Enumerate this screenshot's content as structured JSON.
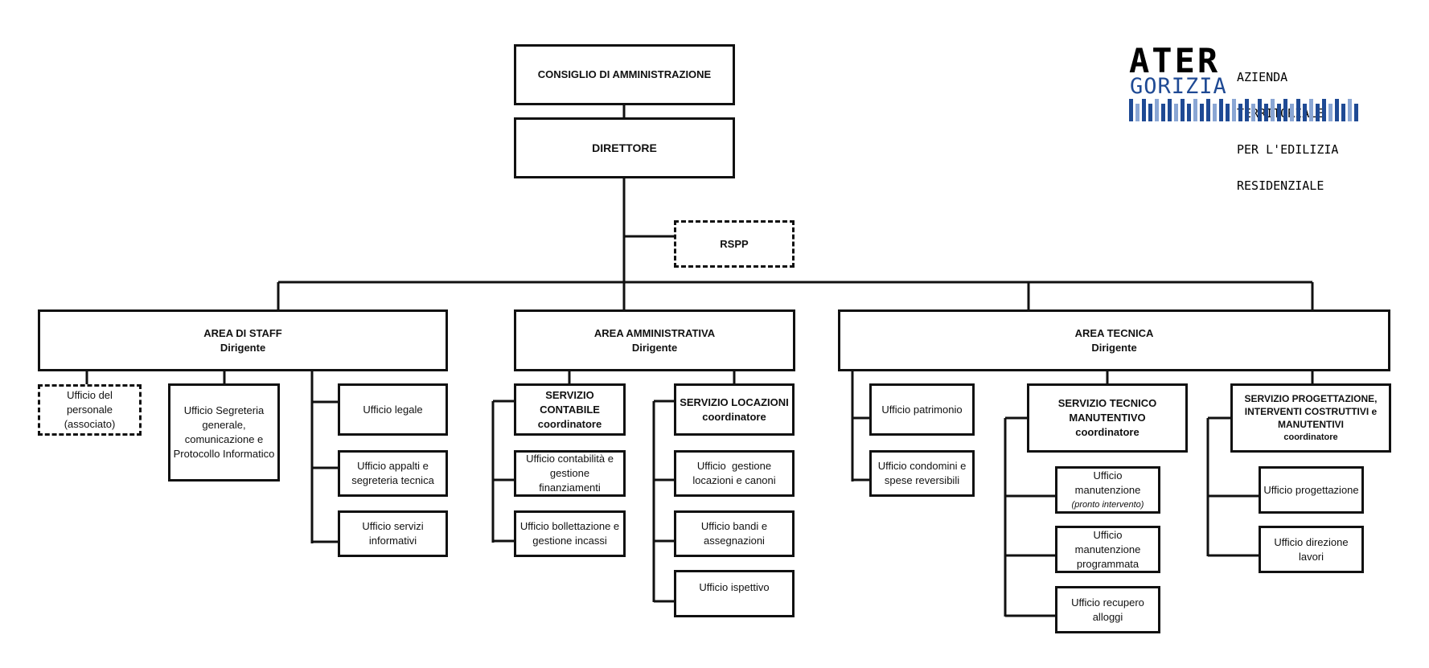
{
  "logo": {
    "word": "ATER",
    "city": "GORIZIA",
    "lines": [
      "AZIENDA",
      "TERRITORIALE",
      "PER L'EDILIZIA",
      "RESIDENZIALE"
    ],
    "colors": {
      "dark": "#1f4a94",
      "light": "#8aa6d4",
      "black": "#000000"
    }
  },
  "top": {
    "consiglio": "CONSIGLIO DI AMMINISTRAZIONE",
    "direttore": "DIRETTORE",
    "rspp": "RSPP"
  },
  "staff": {
    "title": "AREA DI STAFF",
    "subtitle": "Dirigente",
    "personale": [
      "Ufficio del personale",
      "(associato)"
    ],
    "segreteria": [
      "Ufficio Segreteria",
      "generale,",
      "comunicazione e",
      "Protocollo Informatico"
    ],
    "legale": "Ufficio legale",
    "appalti": [
      "Ufficio appalti e",
      "segreteria tecnica"
    ],
    "informativi": [
      "Ufficio servizi",
      "informativi"
    ]
  },
  "amministrativa": {
    "title": "AREA AMMINISTRATIVA",
    "subtitle": "Dirigente",
    "contabile": [
      "SERVIZIO CONTABILE",
      "coordinatore"
    ],
    "contabilita": [
      "Ufficio contabilità e",
      "gestione finanziamenti"
    ],
    "bollettazione": [
      "Ufficio bollettazione e",
      "gestione incassi"
    ],
    "locazioni": [
      "SERVIZIO LOCAZIONI",
      "coordinatore"
    ],
    "gestione_locazioni": [
      "Ufficio  gestione",
      "locazioni e canoni"
    ],
    "bandi": [
      "Ufficio bandi e",
      "assegnazioni"
    ],
    "ispettivo": "Ufficio ispettivo"
  },
  "tecnica": {
    "title": "AREA TECNICA",
    "subtitle": "Dirigente",
    "patrimonio": "Ufficio patrimonio",
    "condomini": [
      "Ufficio condomini e",
      "spese reversibili"
    ],
    "manutentivo": [
      "SERVIZIO TECNICO",
      "MANUTENTIVO",
      "coordinatore"
    ],
    "pronto": [
      "Ufficio manutenzione",
      "(pronto intervento)"
    ],
    "programmata": [
      "Ufficio manutenzione",
      "programmata"
    ],
    "recupero": [
      "Ufficio recupero",
      "alloggi"
    ],
    "progettazione_servizio": [
      "SERVIZIO PROGETTAZIONE,",
      "INTERVENTI COSTRUTTIVI e",
      "MANUTENTIVI",
      "coordinatore"
    ],
    "progettazione": "Ufficio progettazione",
    "direzione": [
      "Ufficio direzione",
      "lavori"
    ]
  }
}
